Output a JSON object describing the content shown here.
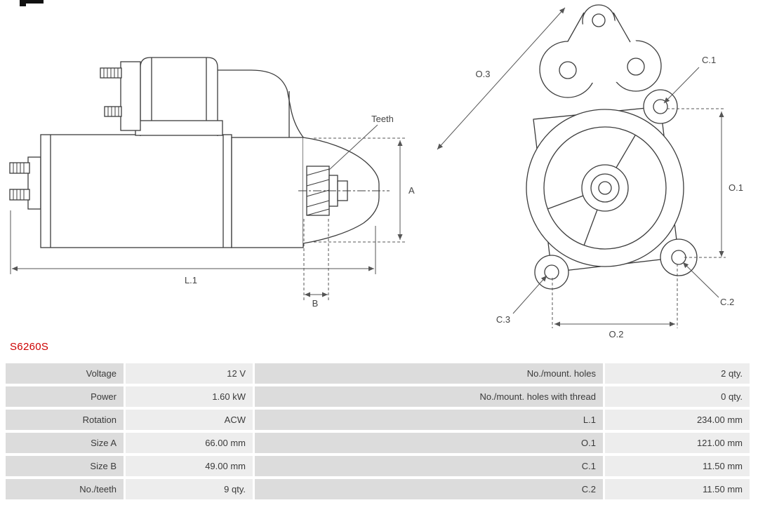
{
  "part_number": "S6260S",
  "colors": {
    "part_number_red": "#cc0000",
    "drawing_line": "#3c3c3c",
    "dimension_line": "#555555",
    "label_cell_bg": "#dcdcdc",
    "value_cell_bg": "#ededed"
  },
  "diagram": {
    "side_view": {
      "teeth_label": "Teeth",
      "dim_a": "A",
      "dim_b": "B",
      "dim_l1": "L.1"
    },
    "front_view": {
      "dim_o1": "O.1",
      "dim_o2": "O.2",
      "dim_o3": "O.3",
      "dim_c1": "C.1",
      "dim_c2": "C.2",
      "dim_c3": "C.3"
    }
  },
  "specs": {
    "rows": [
      {
        "label_left": "Voltage",
        "value_left": "12 V",
        "label_right": "No./mount. holes",
        "value_right": "2 qty."
      },
      {
        "label_left": "Power",
        "value_left": "1.60 kW",
        "label_right": "No./mount. holes with thread",
        "value_right": "0 qty."
      },
      {
        "label_left": "Rotation",
        "value_left": "ACW",
        "label_right": "L.1",
        "value_right": "234.00 mm"
      },
      {
        "label_left": "Size A",
        "value_left": "66.00 mm",
        "label_right": "O.1",
        "value_right": "121.00 mm"
      },
      {
        "label_left": "Size B",
        "value_left": "49.00 mm",
        "label_right": "C.1",
        "value_right": "11.50 mm"
      },
      {
        "label_left": "No./teeth",
        "value_left": "9 qty.",
        "label_right": "C.2",
        "value_right": "11.50 mm"
      }
    ]
  }
}
